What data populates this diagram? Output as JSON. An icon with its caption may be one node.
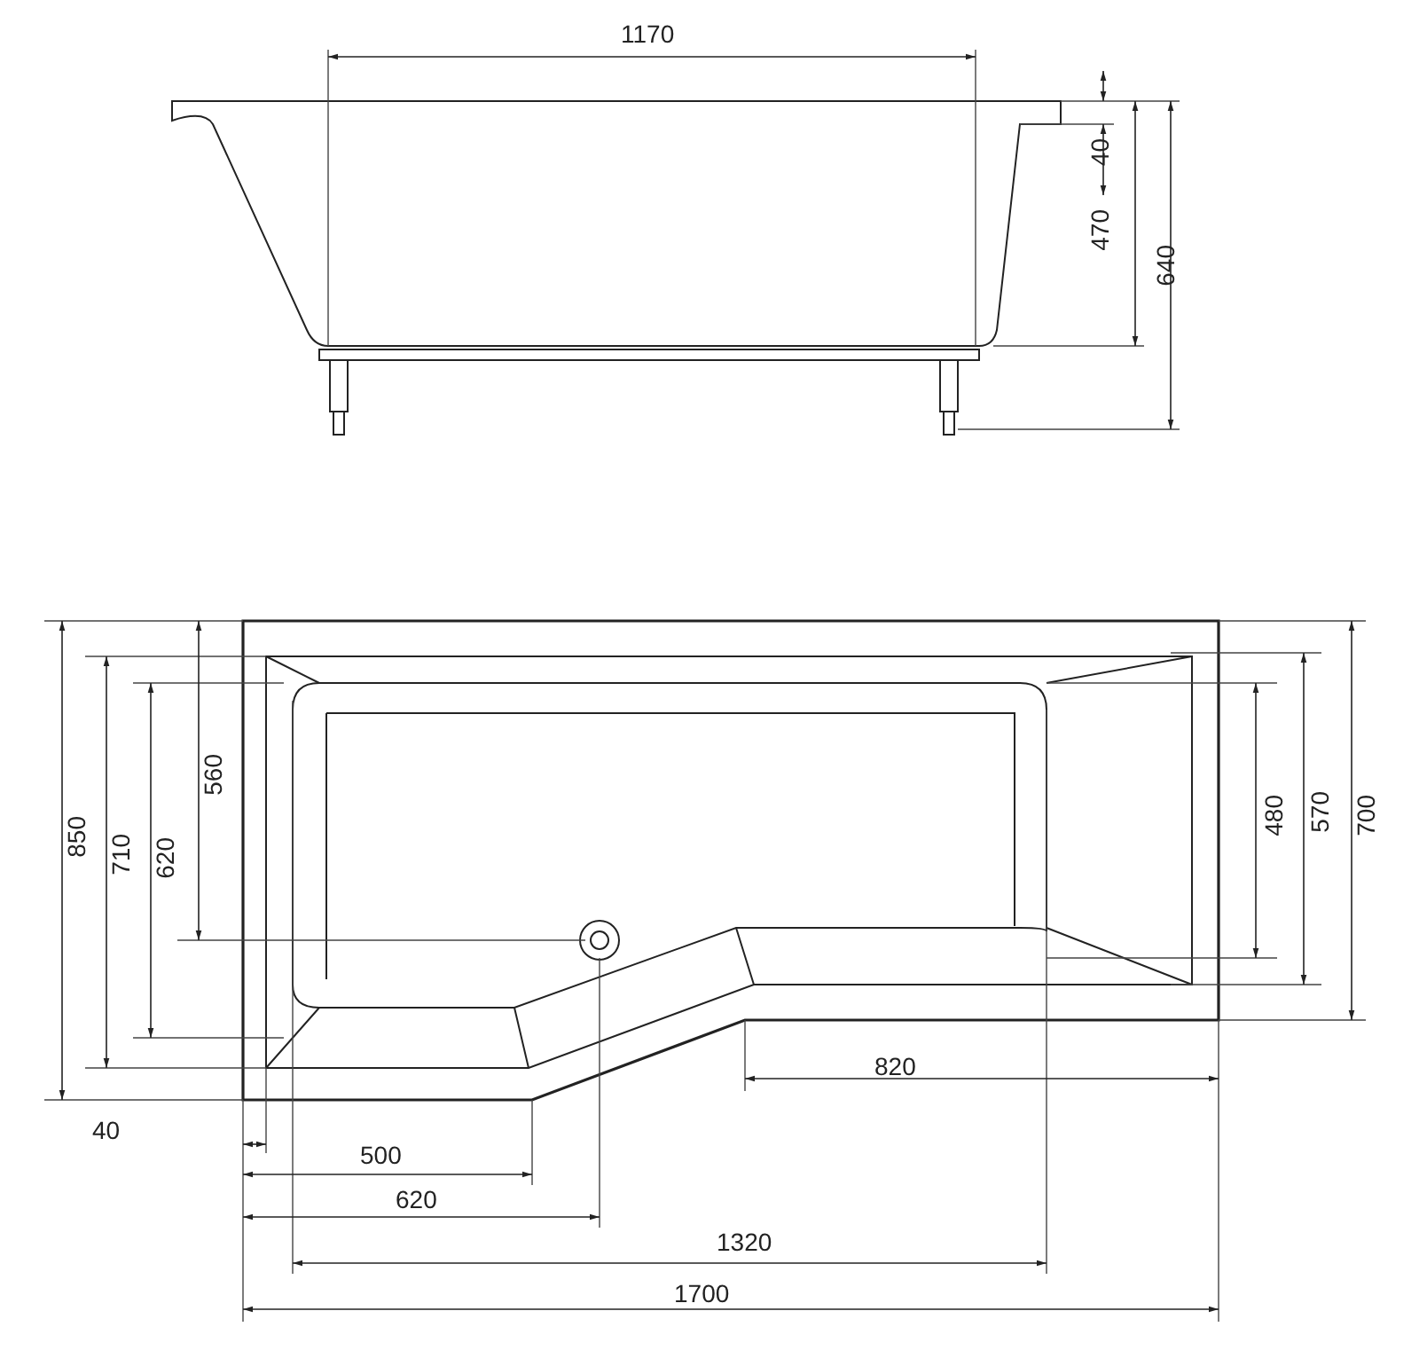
{
  "diagram": {
    "labels": [
      "1170",
      "40",
      "470",
      "640",
      "560",
      "850",
      "710",
      "620",
      "480",
      "570",
      "700",
      "820",
      "40",
      "500",
      "620",
      "1320",
      "1700"
    ]
  }
}
